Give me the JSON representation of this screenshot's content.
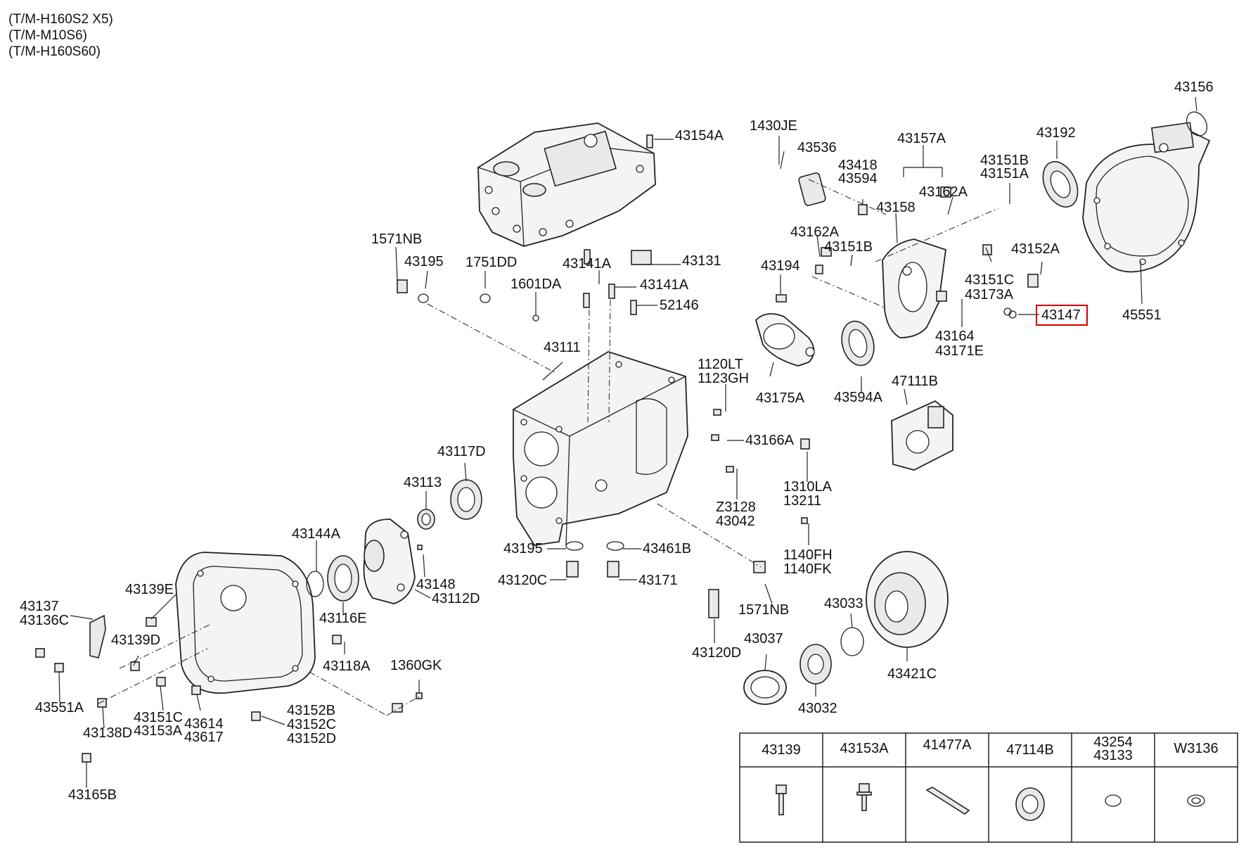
{
  "header": {
    "models": [
      "(T/M-H160S2 X5)",
      "(T/M-M10S6)",
      "(T/M-H160S60)"
    ]
  },
  "labels": {
    "p43156": "43156",
    "p43192": "43192",
    "p45551": "45551",
    "p43154A": "43154A",
    "p1430JE": "1430JE",
    "p43536": "43536",
    "p43157A": "43157A",
    "p43418": "43418",
    "p43594": "43594",
    "p43151B_top": "43151B",
    "p43151A": "43151A",
    "p43162A_r": "43162A",
    "p43158": "43158",
    "p43162A_l": "43162A",
    "p43151B_mid": "43151B",
    "p43152A": "43152A",
    "p43194": "43194",
    "p43151C_r": "43151C",
    "p43173A": "43173A",
    "p43147": "43147",
    "p43164": "43164",
    "p43171E": "43171E",
    "p1571NB_top": "1571NB",
    "p43195_top": "43195",
    "p1751DD": "1751DD",
    "p43141A_a": "43141A",
    "p43131": "43131",
    "p1601DA": "1601DA",
    "p43141A_b": "43141A",
    "p52146": "52146",
    "p43111": "43111",
    "p1120LT": "1120LT",
    "p1123GH": "1123GH",
    "p43175A": "43175A",
    "p43594A": "43594A",
    "p47111B": "47111B",
    "p43166A": "43166A",
    "p43117D": "43117D",
    "p43113": "43113",
    "p1310LA": "1310LA",
    "p13211": "13211",
    "pZ3128": "Z3128",
    "p43042": "43042",
    "p43144A": "43144A",
    "p43195_bot": "43195",
    "p43461B": "43461B",
    "p43120C": "43120C",
    "p43171": "43171",
    "p1140FH": "1140FH",
    "p1140FK": "1140FK",
    "p43148": "43148",
    "p43112D": "43112D",
    "p43137": "43137",
    "p43136C": "43136C",
    "p43139E": "43139E",
    "p43139D": "43139D",
    "p43116E": "43116E",
    "p43118A": "43118A",
    "p1571NB_bot": "1571NB",
    "p43033": "43033",
    "p43037": "43037",
    "p43120D": "43120D",
    "p43421C": "43421C",
    "p43032": "43032",
    "p1360GK": "1360GK",
    "p43551A": "43551A",
    "p43151C_l": "43151C",
    "p43153A_l": "43153A",
    "p43614": "43614",
    "p43617": "43617",
    "p43152B": "43152B",
    "p43152C": "43152C",
    "p43152D": "43152D",
    "p43138D": "43138D",
    "p43165B": "43165B"
  },
  "legend_table": {
    "columns": [
      {
        "line1": "43139",
        "line2": "",
        "icon": "bolt-icon"
      },
      {
        "line1": "43153A",
        "line2": "",
        "icon": "flange-bolt-icon"
      },
      {
        "line1": "41477A",
        "line2": "",
        "icon": "pin-icon"
      },
      {
        "line1": "47114B",
        "line2": "",
        "icon": "oil-seal-icon"
      },
      {
        "line1": "43254",
        "line2": "43133",
        "icon": "snap-ring-icon"
      },
      {
        "line1": "W3136",
        "line2": "",
        "icon": "washer-icon"
      }
    ]
  },
  "highlight": {
    "part": "43147",
    "color": "#d40000"
  }
}
